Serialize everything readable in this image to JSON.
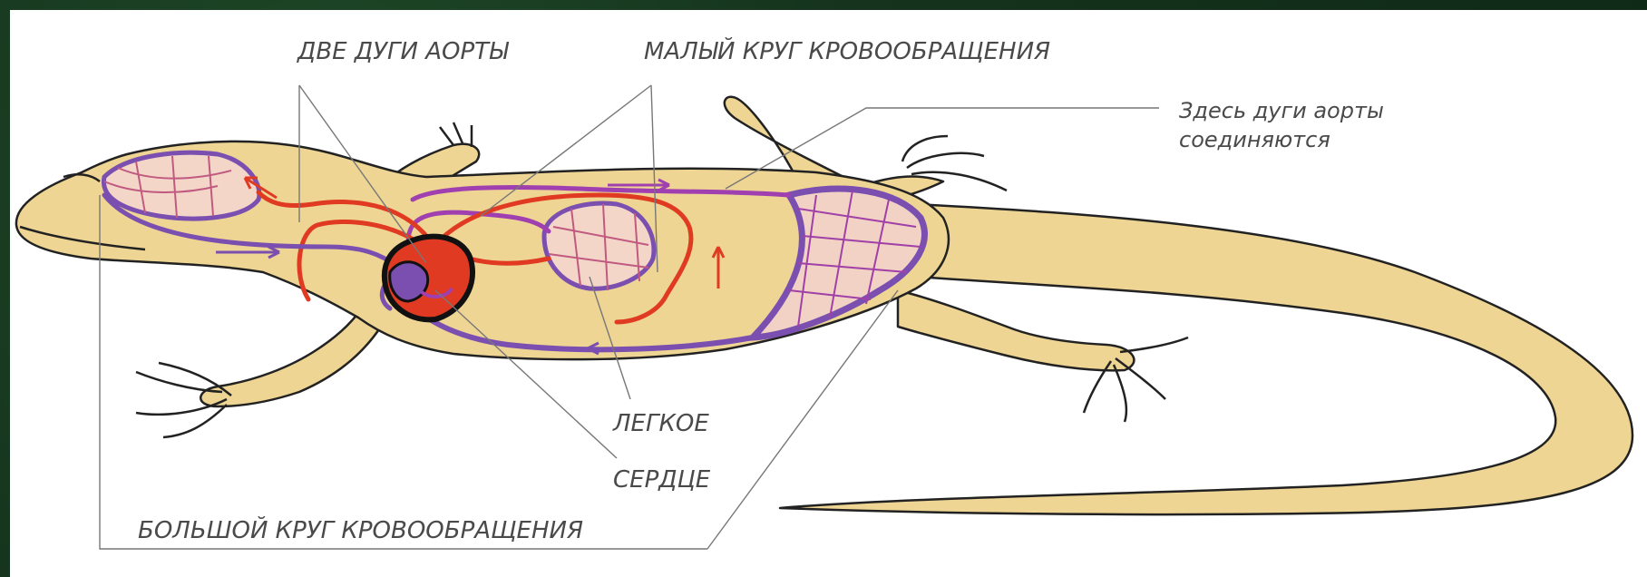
{
  "labels": {
    "two_aortic_arches": "ДВЕ ДУГИ АОРТЫ",
    "pulmonary_circulation": "МАЛЫЙ  КРУГ КРОВООБРАЩЕНИЯ",
    "arches_join_line1": "Здесь дуги аорты",
    "arches_join_line2": "соединяются",
    "lung": "ЛЕГКОЕ",
    "heart": "СЕРДЦЕ",
    "systemic_circulation": "БОЛЬШОЙ КРУГ КРОВООБРАЩЕНИЯ"
  },
  "colors": {
    "body": "#eed593",
    "outline": "#222222",
    "arterial": "#e03a22",
    "venous": "#7b4fb0",
    "mixed": "#a03fb0",
    "leader": "#777777",
    "frame": "#15331d"
  }
}
